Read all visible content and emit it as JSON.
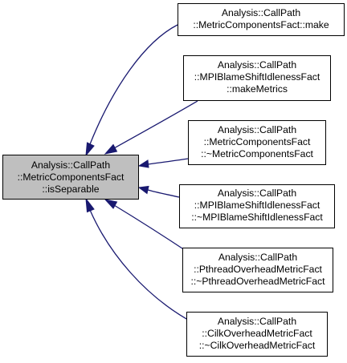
{
  "colors": {
    "focus_fill": "#bfbfbf",
    "node_fill": "#ffffff",
    "node_border": "#000000",
    "edge": "#191970"
  },
  "diagram": {
    "focus": {
      "lines": [
        "Analysis::CallPath",
        "::MetricComponentsFact",
        "::isSeparable"
      ]
    },
    "callers": [
      {
        "lines": [
          "Analysis::CallPath",
          "::MetricComponentsFact::make"
        ]
      },
      {
        "lines": [
          "Analysis::CallPath",
          "::MPIBlameShiftIdlenessFact",
          "::makeMetrics"
        ]
      },
      {
        "lines": [
          "Analysis::CallPath",
          "::MetricComponentsFact",
          "::~MetricComponentsFact"
        ]
      },
      {
        "lines": [
          "Analysis::CallPath",
          "::MPIBlameShiftIdlenessFact",
          "::~MPIBlameShiftIdlenessFact"
        ]
      },
      {
        "lines": [
          "Analysis::CallPath",
          "::PthreadOverheadMetricFact",
          "::~PthreadOverheadMetricFact"
        ]
      },
      {
        "lines": [
          "Analysis::CallPath",
          "::CilkOverheadMetricFact",
          "::~CilkOverheadMetricFact"
        ]
      }
    ]
  }
}
